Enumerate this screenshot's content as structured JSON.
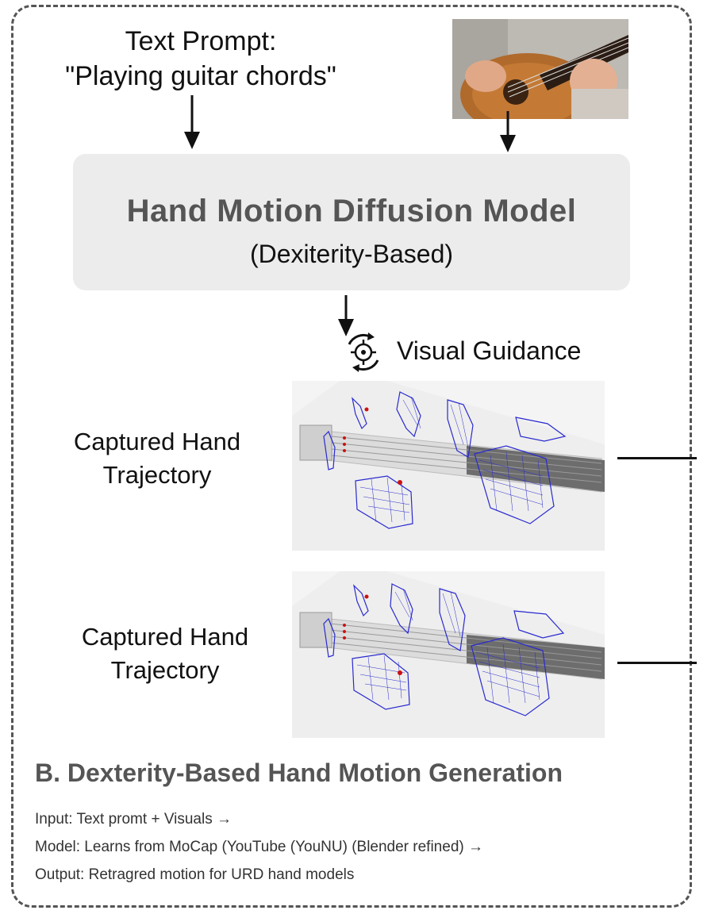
{
  "prompt": {
    "line1": "Text Prompt:",
    "line2": "\"Playing guitar chords\""
  },
  "model": {
    "title": "Hand Motion Diffusion Model",
    "subtitle": "(Dexiterity-Based)"
  },
  "guidance": {
    "label": "Visual Guidance",
    "icon": "target-rotate-icon"
  },
  "trajectories": [
    {
      "line1": "Captured Hand",
      "line2": "Trajectory"
    },
    {
      "line1": "Captured Hand",
      "line2": "Trajectory"
    }
  ],
  "section": {
    "title": "B. Dexterity-Based Hand Motion Generation",
    "lines": [
      "Input: Text promt + Visuals →",
      "Model: Learns from MoCap (YouTube (YouNU) (Blender refined) →",
      "Output: Retragred motion for URD hand models"
    ]
  },
  "colors": {
    "mesh": "#2a2ad0",
    "marker": "#cc1111",
    "model_box": "#ececec",
    "title_gray": "#555555"
  }
}
